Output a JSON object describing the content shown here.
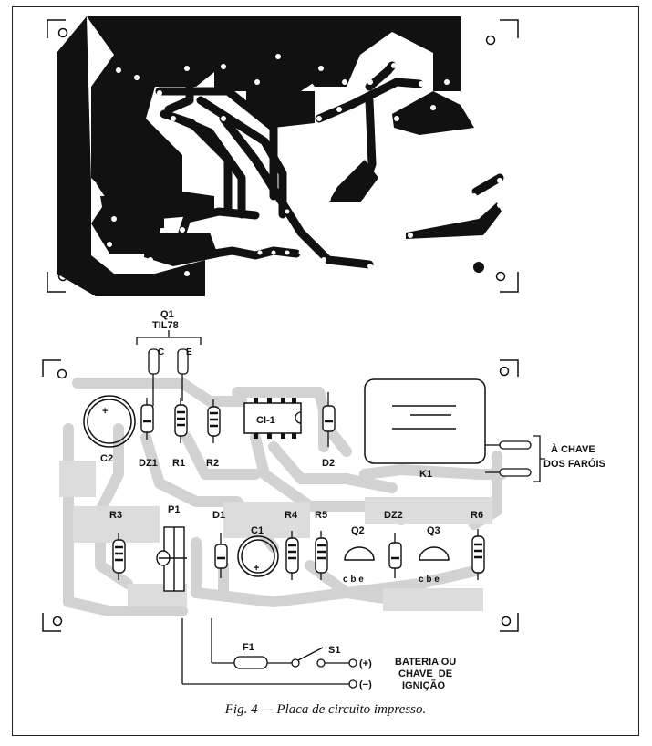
{
  "diagram": {
    "component_labels": {
      "q1": "Q1",
      "q1_part": "TIL78",
      "q1_pin_c": "C",
      "q1_pin_e": "E",
      "c2": "C2",
      "dz1": "DZ1",
      "r1": "R1",
      "r2": "R2",
      "ci1": "CI-1",
      "d2": "D2",
      "k1": "K1",
      "r3": "R3",
      "p1": "P1",
      "d1": "D1",
      "c1": "C1",
      "r4": "R4",
      "r5": "R5",
      "q2": "Q2",
      "q2_pins": "c b e",
      "dz2": "DZ2",
      "q3": "Q3",
      "q3_pins": "c b e",
      "r6": "R6",
      "f1": "F1",
      "s1": "S1"
    },
    "terminals": {
      "plus": "(+)",
      "minus": "(−)",
      "battery_line1": "BATERIA OU",
      "battery_line2": "CHAVE  DE",
      "battery_line3": "IGNIÇÃO",
      "headlight_line1": "À CHAVE",
      "headlight_line2": "DOS FARÓIS"
    },
    "caption": "Fig. 4 — Placa de circuito impresso."
  }
}
